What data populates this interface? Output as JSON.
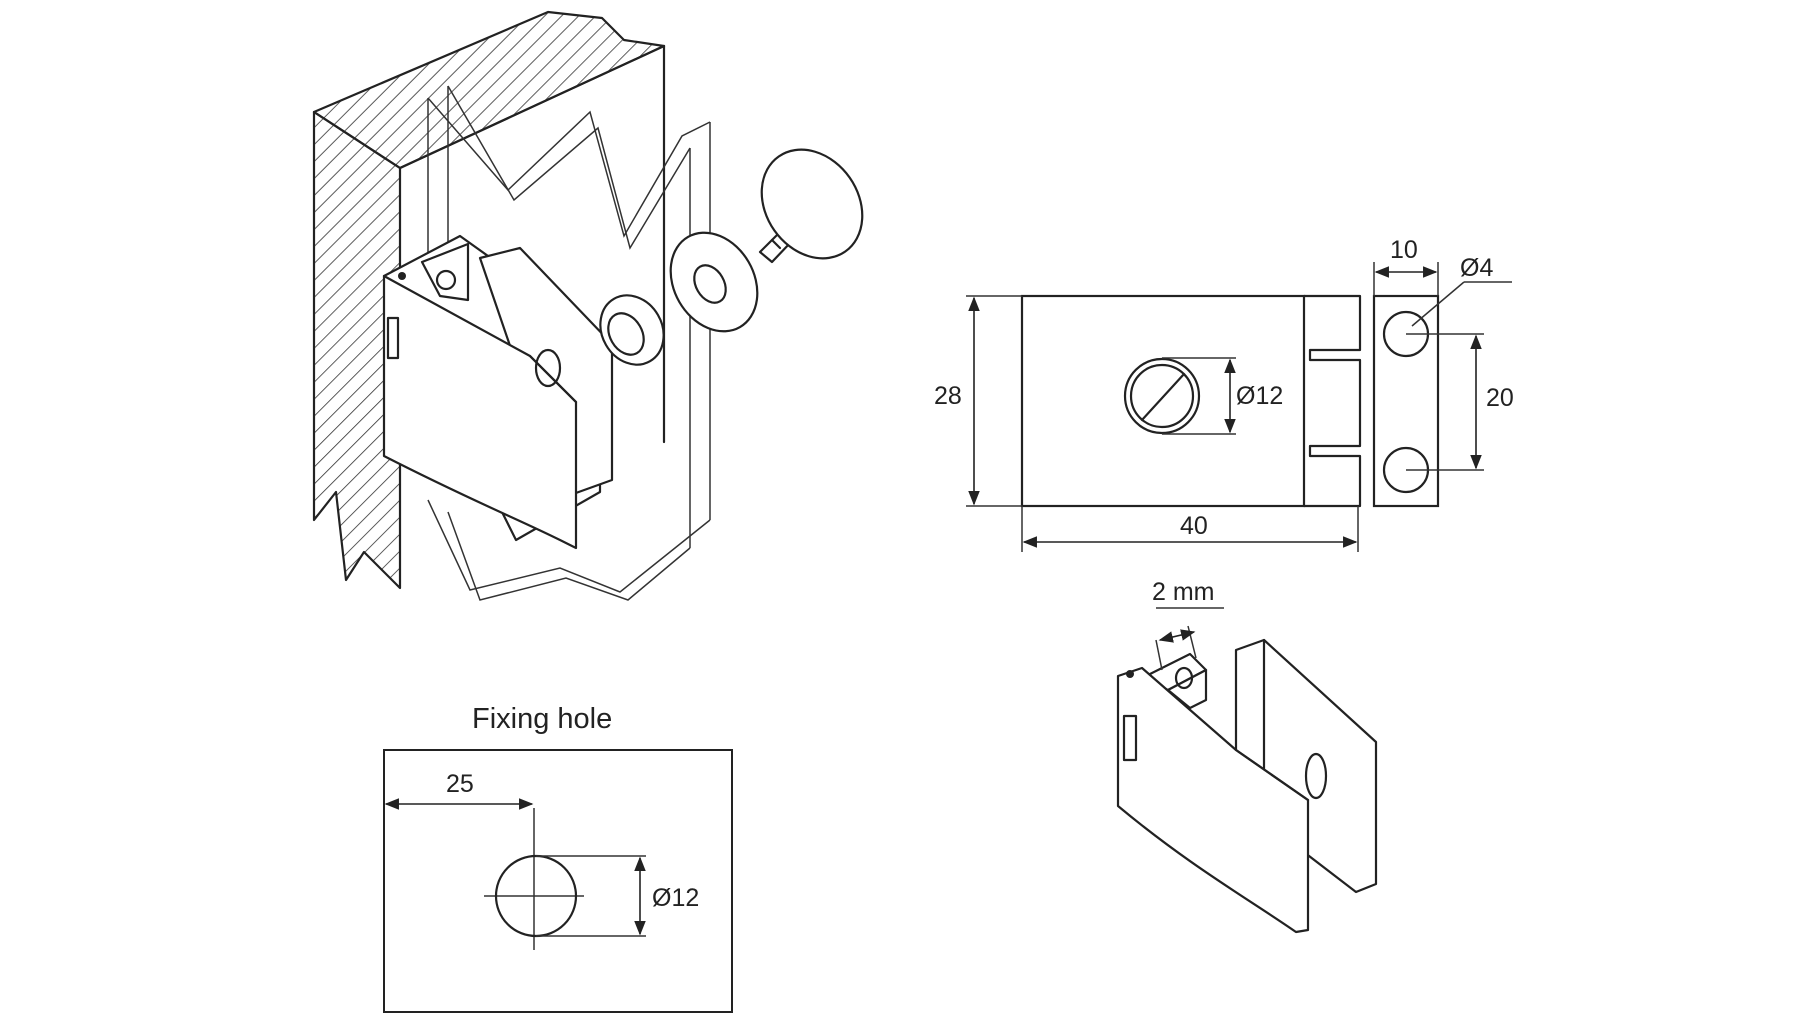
{
  "labels": {
    "fixing_hole_title": "Fixing hole",
    "dim_25": "25",
    "dim_d12_hole": "Ø12",
    "dim_28": "28",
    "dim_40": "40",
    "dim_d12_screw": "Ø12",
    "dim_10": "10",
    "dim_d4": "Ø4",
    "dim_20": "20",
    "dim_2mm": "2 mm"
  }
}
